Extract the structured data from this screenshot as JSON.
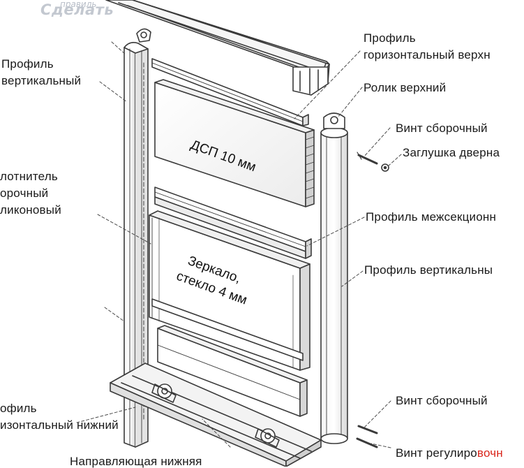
{
  "watermark": {
    "line1": "правиль",
    "line2": "Сделать"
  },
  "labels": {
    "left": {
      "profile_vertical": [
        "Профиль",
        "вертикальный"
      ],
      "seal": [
        "лотнитель",
        "орочный",
        "ликоновый"
      ],
      "profile_horizontal_bottom": [
        "офиль",
        "изонтальный нижний"
      ]
    },
    "right": {
      "profile_horizontal_top": [
        "Профиль",
        "горизонтальный верхн"
      ],
      "roller_top": "Ролик верхний",
      "screw_assembly_top": "Винт сборочный",
      "door_plug": "Заглушка дверна",
      "profile_intersection": "Профиль межсекционн",
      "profile_vertical": "Профиль вертикальны",
      "screw_assembly_bottom": "Винт сборочный",
      "screw_adjusting": [
        "Винт регулиро",
        "вочн"
      ]
    },
    "bottom": {
      "guide_bottom": "Направляющая нижняя"
    }
  },
  "panels": {
    "dsp": [
      "ДСП 10 мм"
    ],
    "mirror": [
      "Зеркало,",
      "стекло 4 мм"
    ]
  },
  "colors": {
    "line": "#3a3a3a",
    "text": "#1a1a1a",
    "accent_red": "#d9261c",
    "watermark": "#b8bec8"
  }
}
